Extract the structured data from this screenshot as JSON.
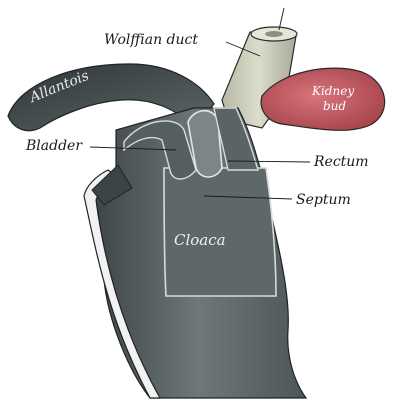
{
  "labels": {
    "wolffian_duct": "Wolffian duct",
    "bladder": "Bladder",
    "rectum": "Rectum",
    "septum": "Septum",
    "allantois": "Allantois",
    "kidney_line1": "Kidney",
    "kidney_line2": "bud",
    "cloaca": "Cloaca"
  },
  "colors": {
    "tissue_dark": "#4a5254",
    "tissue_mid": "#6b7476",
    "tissue_light": "#8a9294",
    "duct": "#c9c9b8",
    "kidney_bud": "#c95a62",
    "background": "#ffffff"
  }
}
